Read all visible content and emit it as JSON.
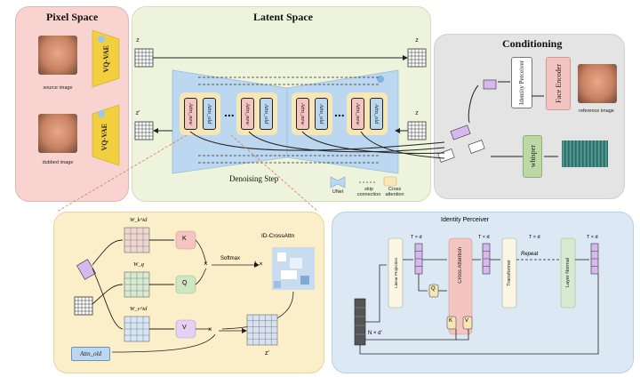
{
  "panels": {
    "pixel_space": "Pixel Space",
    "latent_space": "Latent Space",
    "conditioning": "Conditioning",
    "identity_perceiver": "Identity Perceiver"
  },
  "pixel": {
    "vae_label": "VQ-VAE",
    "source_caption": "source image",
    "dubbed_caption": "dubbed image"
  },
  "latent": {
    "z_label": "z",
    "z_prime_label": "z'",
    "attn_new": "Attn_new",
    "attn_old": "Attn_old",
    "ellipsis": "...",
    "denoising_step": "Denoising Step",
    "legend_unet": "UNet",
    "legend_skip": "skip connection",
    "legend_cross": "Cross attention"
  },
  "conditioning": {
    "identity_perceiver": "Identity Perceiver",
    "face_encoder": "Face Encoder",
    "whisper": "whisper",
    "reference_caption": "reference image"
  },
  "id_cross": {
    "title": "ID-CrossAttn",
    "wk": "W_k^id",
    "wq": "W_q",
    "wv": "W_v^id",
    "k": "K",
    "q": "Q",
    "v": "V",
    "softmax": "Softmax",
    "lambda": "λ ×",
    "times": "×",
    "attn_old": "Attn_old",
    "z_prime": "z'"
  },
  "perceiver": {
    "txd": "T × d",
    "nxd": "N × d'",
    "linear_projection": "Linear Projection",
    "cross_attention": "Cross Attention",
    "transformer": "Transformer",
    "repeat": "Repeat",
    "layer_normal": "Layer Normal",
    "q": "Q",
    "k": "K",
    "v": "V"
  },
  "colors": {
    "pixel_bg": "#f9d3cf",
    "latent_bg": "#eef3dc",
    "cond_bg": "#e4e4e4",
    "idcross_bg": "#fbefc9",
    "perceiver_bg": "#dce9f5",
    "unet_blue": "#bcd8f0",
    "vae_yellow": "#f2cf3e",
    "purple": "#d7b8ee",
    "pink": "#f3c4c0",
    "green": "#bcd9a5"
  }
}
